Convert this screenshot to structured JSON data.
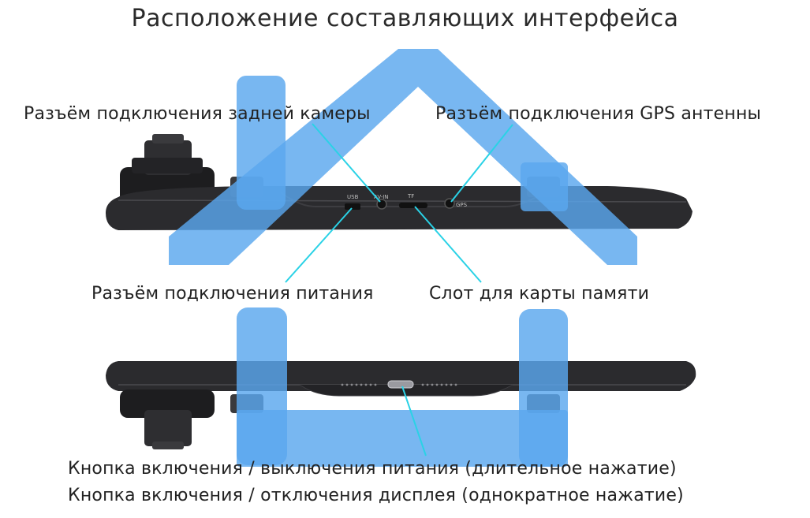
{
  "title": "Расположение составляющих интерфейса",
  "labels": {
    "rear_camera": "Разъём подключения задней камеры",
    "gps": "Разъём подключения GPS антенны",
    "power_port": "Разъём подключения питания",
    "memory_slot": "Слот для карты памяти",
    "power_button_line1": "Кнопка включения / выключения питания (длительное нажатие)",
    "power_button_line2": "Кнопка включения / отключения дисплея (однократное нажатие)"
  },
  "device_markings": {
    "usb": "USB",
    "av_in": "AV-IN",
    "tf": "TF",
    "gps": "GPS"
  },
  "colors": {
    "leader_line": "#2ad2e6",
    "watermark": "#5aa7ee",
    "device_body": "#2b2b2e"
  }
}
